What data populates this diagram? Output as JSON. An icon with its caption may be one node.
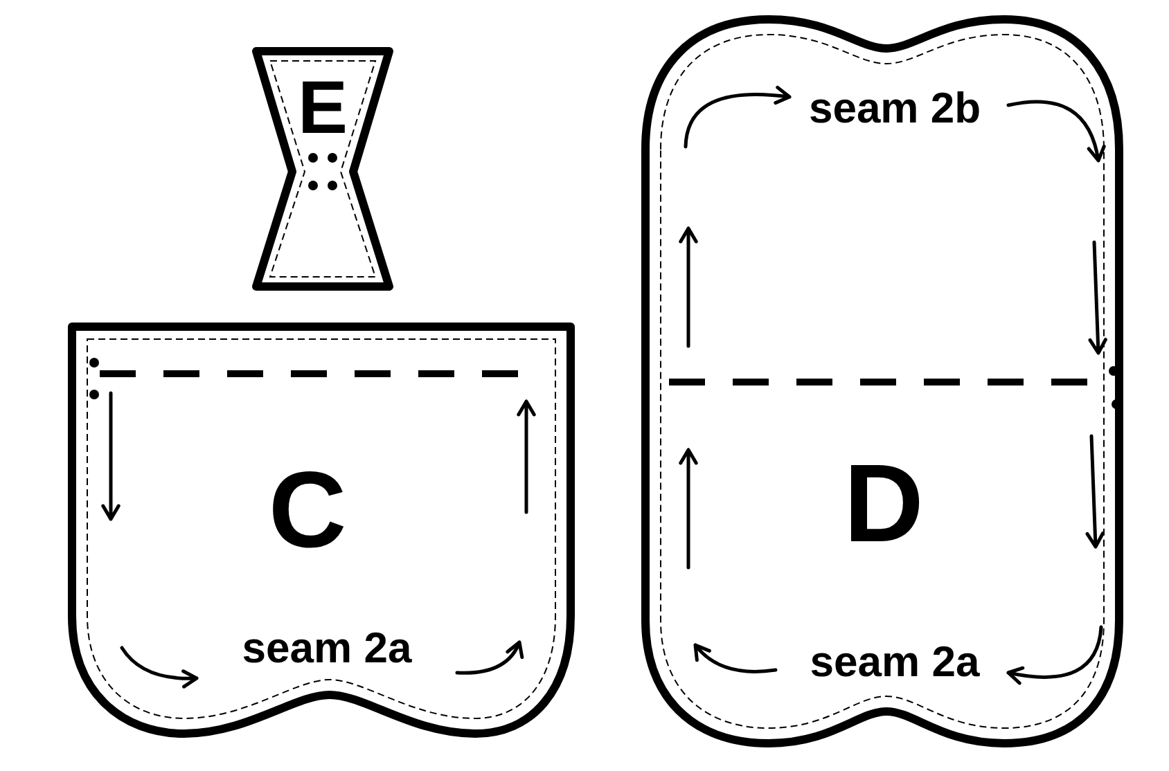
{
  "diagram": {
    "nodes": [
      {
        "text": [
          "E"
        ]
      },
      {
        "text": [
          "C",
          "seam 2a"
        ]
      },
      {
        "text": [
          "seam 2b",
          "D",
          "seam 2a"
        ]
      }
    ]
  }
}
